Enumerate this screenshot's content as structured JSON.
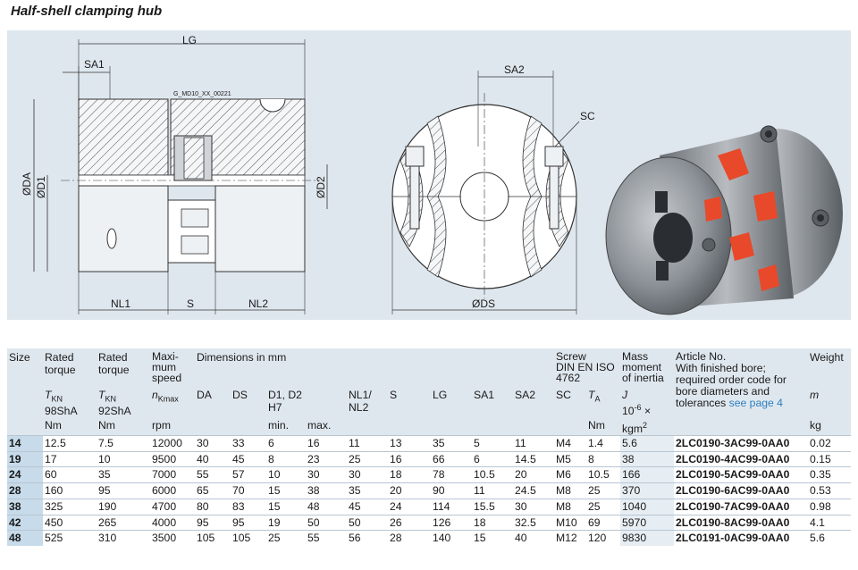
{
  "page_title": "Half-shell clamping hub",
  "drawing": {
    "id_code": "G_MD10_XX_00221",
    "dims": {
      "LG": "LG",
      "SA1": "SA1",
      "SA2": "SA2",
      "SC": "SC",
      "DA": "ØDA",
      "D1": "ØD1",
      "D2": "ØD2",
      "DS": "ØDS",
      "NL1": "NL1",
      "S": "S",
      "NL2": "NL2"
    }
  },
  "table": {
    "header": {
      "size": "Size",
      "rated1_a": "Rated",
      "rated1_b": "torque",
      "rated2_a": "Rated",
      "rated2_b": "torque",
      "maxspeed_a": "Maxi-",
      "maxspeed_b": "mum",
      "maxspeed_c": "speed",
      "dimensions": "Dimensions in mm",
      "screw_a": "Screw",
      "screw_b": "DIN EN ISO",
      "screw_c": "4762",
      "mass_a": "Mass",
      "mass_b": "moment",
      "mass_c": "of inertia",
      "article_a": "Article No.",
      "article_b": "With finished bore;",
      "article_c": "required order code for",
      "article_d": "bore diameters and",
      "article_e": "tolerances",
      "article_link": "see page 4",
      "weight": "Weight",
      "tkn": "T",
      "tkn_sub": "KN",
      "shore98": "98ShA",
      "shore92": "92ShA",
      "nk": "n",
      "nk_sub": "Kmax",
      "da": "DA",
      "ds": "DS",
      "d1d2": "D1, D2",
      "h7": "H7",
      "nl": "NL1/",
      "nl2": "NL2",
      "s": "S",
      "lg": "LG",
      "sa1": "SA1",
      "sa2": "SA2",
      "sc": "SC",
      "ta": "T",
      "ta_sub": "A",
      "j": "J",
      "j_unit": "10",
      "j_exp": "-6",
      "j_x": " ×",
      "m": "m",
      "unit_nm1": "Nm",
      "unit_nm2": "Nm",
      "unit_rpm": "rpm",
      "unit_min": "min.",
      "unit_max": "max.",
      "unit_nm3": "Nm",
      "unit_kgm": "kgm",
      "unit_kgm_exp": "2",
      "unit_kg": "kg"
    },
    "rows": [
      [
        "14",
        "12.5",
        "7.5",
        "12000",
        "30",
        "33",
        "6",
        "16",
        "11",
        "13",
        "35",
        "5",
        "11",
        "M4",
        "1.4",
        "5.6",
        "2LC0190-3AC99-0AA0",
        "0.02"
      ],
      [
        "19",
        "17",
        "10",
        "9500",
        "40",
        "45",
        "8",
        "23",
        "25",
        "16",
        "66",
        "6",
        "14.5",
        "M5",
        "8",
        "38",
        "2LC0190-4AC99-0AA0",
        "0.15"
      ],
      [
        "24",
        "60",
        "35",
        "7000",
        "55",
        "57",
        "10",
        "30",
        "30",
        "18",
        "78",
        "10.5",
        "20",
        "M6",
        "10.5",
        "166",
        "2LC0190-5AC99-0AA0",
        "0.35"
      ],
      [
        "28",
        "160",
        "95",
        "6000",
        "65",
        "70",
        "15",
        "38",
        "35",
        "20",
        "90",
        "11",
        "24.5",
        "M8",
        "25",
        "370",
        "2LC0190-6AC99-0AA0",
        "0.53"
      ],
      [
        "38",
        "325",
        "190",
        "4700",
        "80",
        "83",
        "15",
        "48",
        "45",
        "24",
        "114",
        "15.5",
        "30",
        "M8",
        "25",
        "1040",
        "2LC0190-7AC99-0AA0",
        "0.98"
      ],
      [
        "42",
        "450",
        "265",
        "4000",
        "95",
        "95",
        "19",
        "50",
        "50",
        "26",
        "126",
        "18",
        "32.5",
        "M10",
        "69",
        "5970",
        "2LC0190-8AC99-0AA0",
        "4.1"
      ],
      [
        "48",
        "525",
        "310",
        "3500",
        "105",
        "105",
        "25",
        "55",
        "56",
        "28",
        "140",
        "15",
        "40",
        "M12",
        "120",
        "9830",
        "2LC0191-0AC99-0AA0",
        "5.6"
      ]
    ]
  }
}
